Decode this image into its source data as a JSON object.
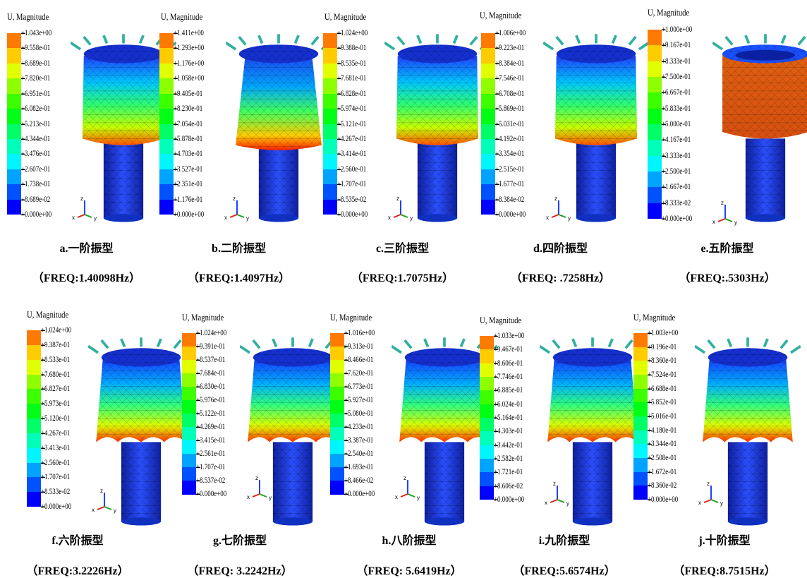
{
  "colorbar_colors": [
    "#0000ff",
    "#0052ff",
    "#00a4ff",
    "#00f6ff",
    "#00ffb8",
    "#00ff66",
    "#00ff14",
    "#3cff00",
    "#8eff00",
    "#e0ff00",
    "#ffcc00",
    "#ff7a00",
    "#ff2800"
  ],
  "panels": [
    {
      "title": "U, Magnitude",
      "labels": [
        "+1.043e+00",
        "+9.558e-01",
        "+8.689e-01",
        "+7.820e-01",
        "+6.951e-01",
        "+6.082e-01",
        "+5.213e-01",
        "+4.344e-01",
        "+3.476e-01",
        "+2.607e-01",
        "+1.738e-01",
        "+8.689e-02",
        "+0.000e+00"
      ],
      "caption": "a.一阶振型",
      "freq": "（FREQ:1.40098Hz）",
      "axis_z": "z",
      "axis_x": "x",
      "axis_y": "y"
    },
    {
      "title": "U, Magnitude",
      "labels": [
        "+1.411e+00",
        "+1.293e+00",
        "+1.176e+00",
        "+1.058e+00",
        "+9.405e-01",
        "+8.230e-01",
        "+7.054e-01",
        "+5.878e-01",
        "+4.703e-01",
        "+3.527e-01",
        "+2.351e-01",
        "+1.176e-01",
        "+0.000e+00"
      ],
      "caption": "b.二阶振型",
      "freq": "（FREQ:1.4097Hz）",
      "axis_z": "z",
      "axis_x": "x",
      "axis_y": "y"
    },
    {
      "title": "U, Magnitude",
      "labels": [
        "+1.024e+00",
        "+9.388e-01",
        "+8.535e-01",
        "+7.681e-01",
        "+6.828e-01",
        "+5.974e-01",
        "+5.121e-01",
        "+4.267e-01",
        "+3.414e-01",
        "+2.560e-01",
        "+1.707e-01",
        "+8.535e-02",
        "+0.000e+00"
      ],
      "caption": "c.三阶振型",
      "freq": "（FREQ:1.7075Hz）",
      "axis_z": "z",
      "axis_x": "x",
      "axis_y": "y"
    },
    {
      "title": "U, Magnitude",
      "labels": [
        "+1.006e+00",
        "+9.223e-01",
        "+8.384e-01",
        "+7.546e-01",
        "+6.708e-01",
        "+5.869e-01",
        "+5.031e-01",
        "+4.192e-01",
        "+3.354e-01",
        "+2.515e-01",
        "+1.677e-01",
        "+8.384e-02",
        "+0.000e+00"
      ],
      "caption": "d.四阶振型",
      "freq": "（FREQ: .7258Hz）",
      "axis_z": "z",
      "axis_x": "x",
      "axis_y": "y"
    },
    {
      "title": "U, Magnitude",
      "labels": [
        "+1.000e+00",
        "+9.167e-01",
        "+8.333e-01",
        "+7.500e-01",
        "+6.667e-01",
        "+5.833e-01",
        "+5.000e-01",
        "+4.167e-01",
        "+3.333e-01",
        "+2.500e-01",
        "+1.667e-01",
        "+8.333e-02",
        "+0.000e+00"
      ],
      "caption": "e.五阶振型",
      "freq": "（FREQ:.5303Hz）",
      "axis_z": "z",
      "axis_x": "x",
      "axis_y": "y"
    },
    {
      "title": "U, Magnitude",
      "labels": [
        "+1.024e+00",
        "+9.387e-01",
        "+8.533e-01",
        "+7.680e-01",
        "+6.827e-01",
        "+5.973e-01",
        "+5.120e-01",
        "+4.267e-01",
        "+3.413e-01",
        "+2.560e-01",
        "+1.707e-01",
        "+8.533e-02",
        "+0.000e+00"
      ],
      "caption": "f.六阶振型",
      "freq": "（FREQ:3.2226Hz）",
      "axis_z": "z",
      "axis_x": "x",
      "axis_y": "y"
    },
    {
      "title": "U, Magnitude",
      "labels": [
        "+1.024e+00",
        "+9.391e-01",
        "+8.537e-01",
        "+7.684e-01",
        "+6.830e-01",
        "+5.976e-01",
        "+5.122e-01",
        "+4.269e-01",
        "+3.415e-01",
        "+2.561e-01",
        "+1.707e-01",
        "+8.537e-02",
        "+0.000e+00"
      ],
      "caption": "g.七阶振型",
      "freq": "（FREQ: 3.2242Hz）",
      "axis_z": "z",
      "axis_x": "x",
      "axis_y": "y"
    },
    {
      "title": "U, Magnitude",
      "labels": [
        "+1.016e+00",
        "+9.313e-01",
        "+8.466e-01",
        "+7.620e-01",
        "+6.773e-01",
        "+5.927e-01",
        "+5.080e-01",
        "+4.233e-01",
        "+3.387e-01",
        "+2.540e-01",
        "+1.693e-01",
        "+8.466e-02",
        "+0.000e+00"
      ],
      "caption": "h.八阶振型",
      "freq": "（FREQ: 5.6419Hz）",
      "axis_z": "z",
      "axis_x": "x",
      "axis_y": "y"
    },
    {
      "title": "U, Magnitude",
      "labels": [
        "+1.033e+00",
        "+9.467e-01",
        "+8.606e-01",
        "+7.746e-01",
        "+6.885e-01",
        "+6.024e-01",
        "+5.164e-01",
        "+4.303e-01",
        "+3.442e-01",
        "+2.582e-01",
        "+1.721e-01",
        "+8.606e-02",
        "+0.000e+00"
      ],
      "caption": "i.九阶振型",
      "freq": "（FREQ:5.6574Hz）",
      "axis_z": "z",
      "axis_x": "x",
      "axis_y": "y"
    },
    {
      "title": "U, Magnitude",
      "labels": [
        "+1.003e+00",
        "+9.196e-01",
        "+8.360e-01",
        "+7.524e-01",
        "+6.688e-01",
        "+5.852e-01",
        "+5.016e-01",
        "+4.180e-01",
        "+3.344e-01",
        "+2.508e-01",
        "+1.672e-01",
        "+8.360e-02",
        "+0.000e+00"
      ],
      "caption": "j.十阶振型",
      "freq": "（FREQ:8.7515Hz）",
      "axis_z": "z",
      "axis_x": "x",
      "axis_y": "y"
    }
  ]
}
